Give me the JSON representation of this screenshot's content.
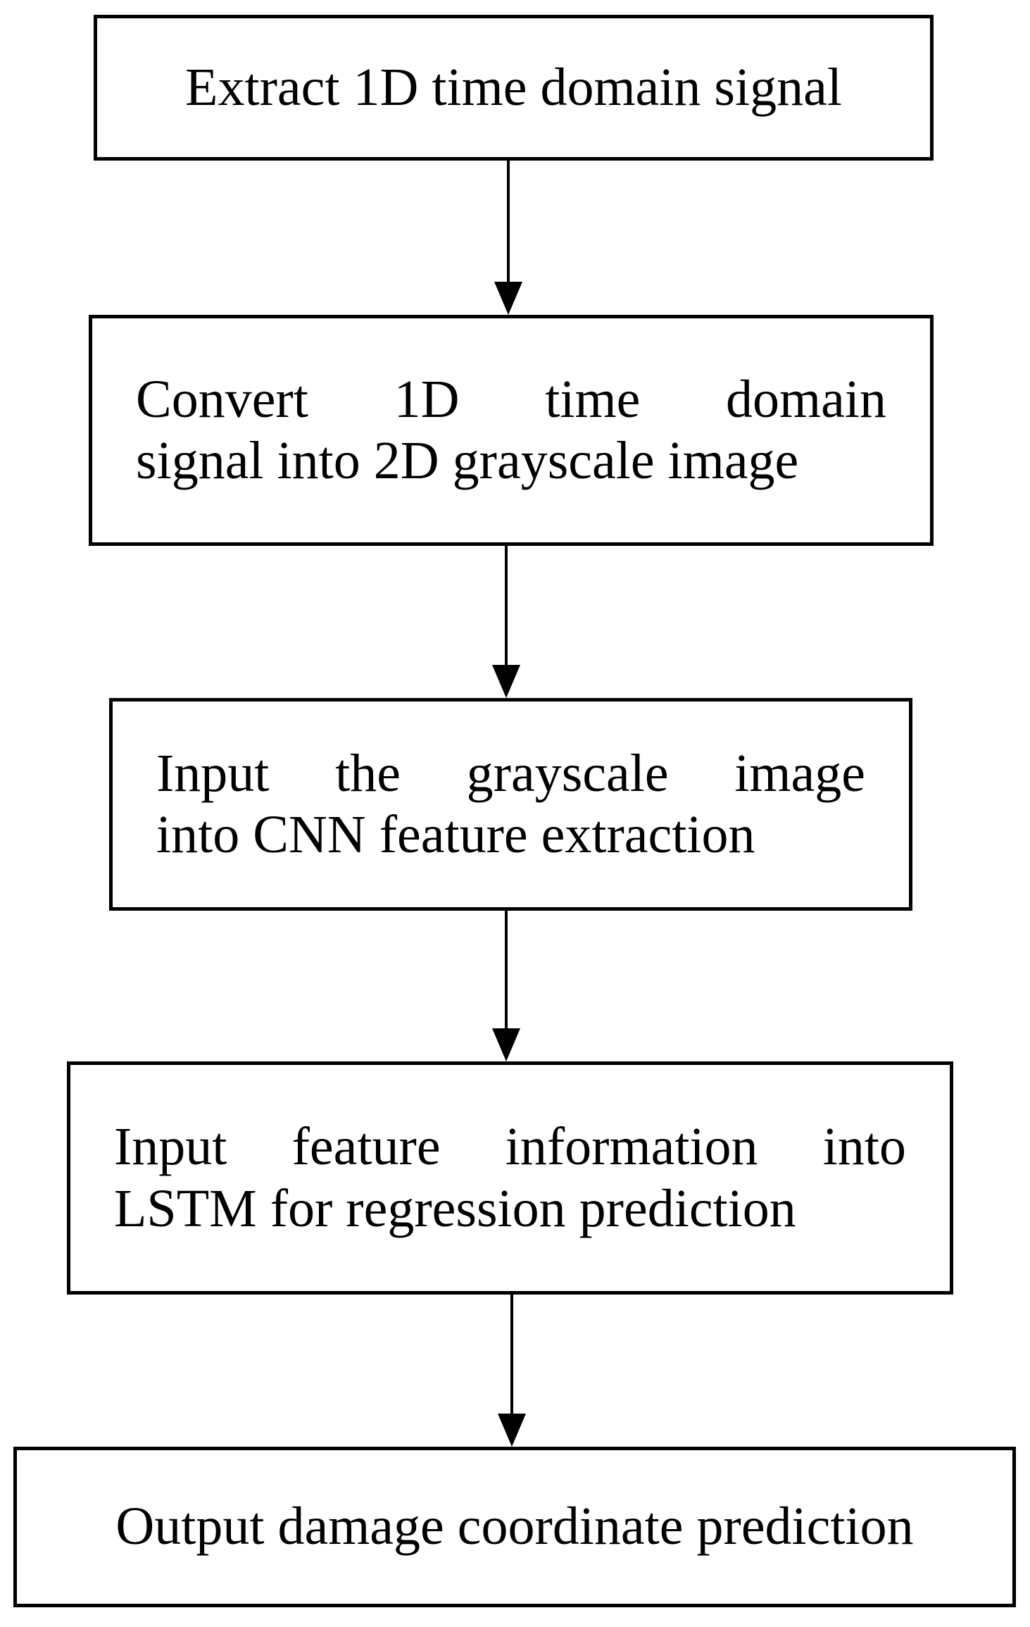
{
  "steps": [
    {
      "lines": [
        "Extract 1D time domain signal"
      ]
    },
    {
      "lines": [
        "Convert 1D time domain",
        "signal into 2D grayscale image"
      ]
    },
    {
      "lines": [
        "Input the grayscale image",
        "into CNN feature extraction"
      ]
    },
    {
      "lines": [
        "Input feature information into",
        "LSTM for regression prediction"
      ]
    },
    {
      "lines": [
        "Output damage coordinate prediction"
      ]
    }
  ]
}
